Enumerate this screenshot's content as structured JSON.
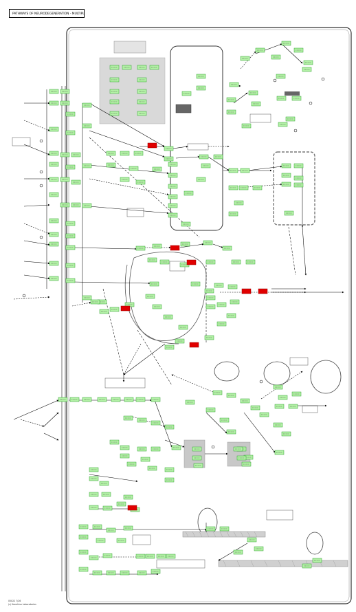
{
  "map": {
    "title": "PATHWAYS OF NEURODEGENERATION - MULTIPLE DISEASES",
    "footer_line1": "05022 7/26",
    "footer_line2": "(c) Kanehisa Laboratories"
  },
  "colors": {
    "gene_fill": "#b3f2a6",
    "gene_border": "#2e9e2e",
    "highlight_fill": "#e00000",
    "line": "#000000",
    "compartment_border": "#333333",
    "group_fill": "#d4d4d4"
  }
}
